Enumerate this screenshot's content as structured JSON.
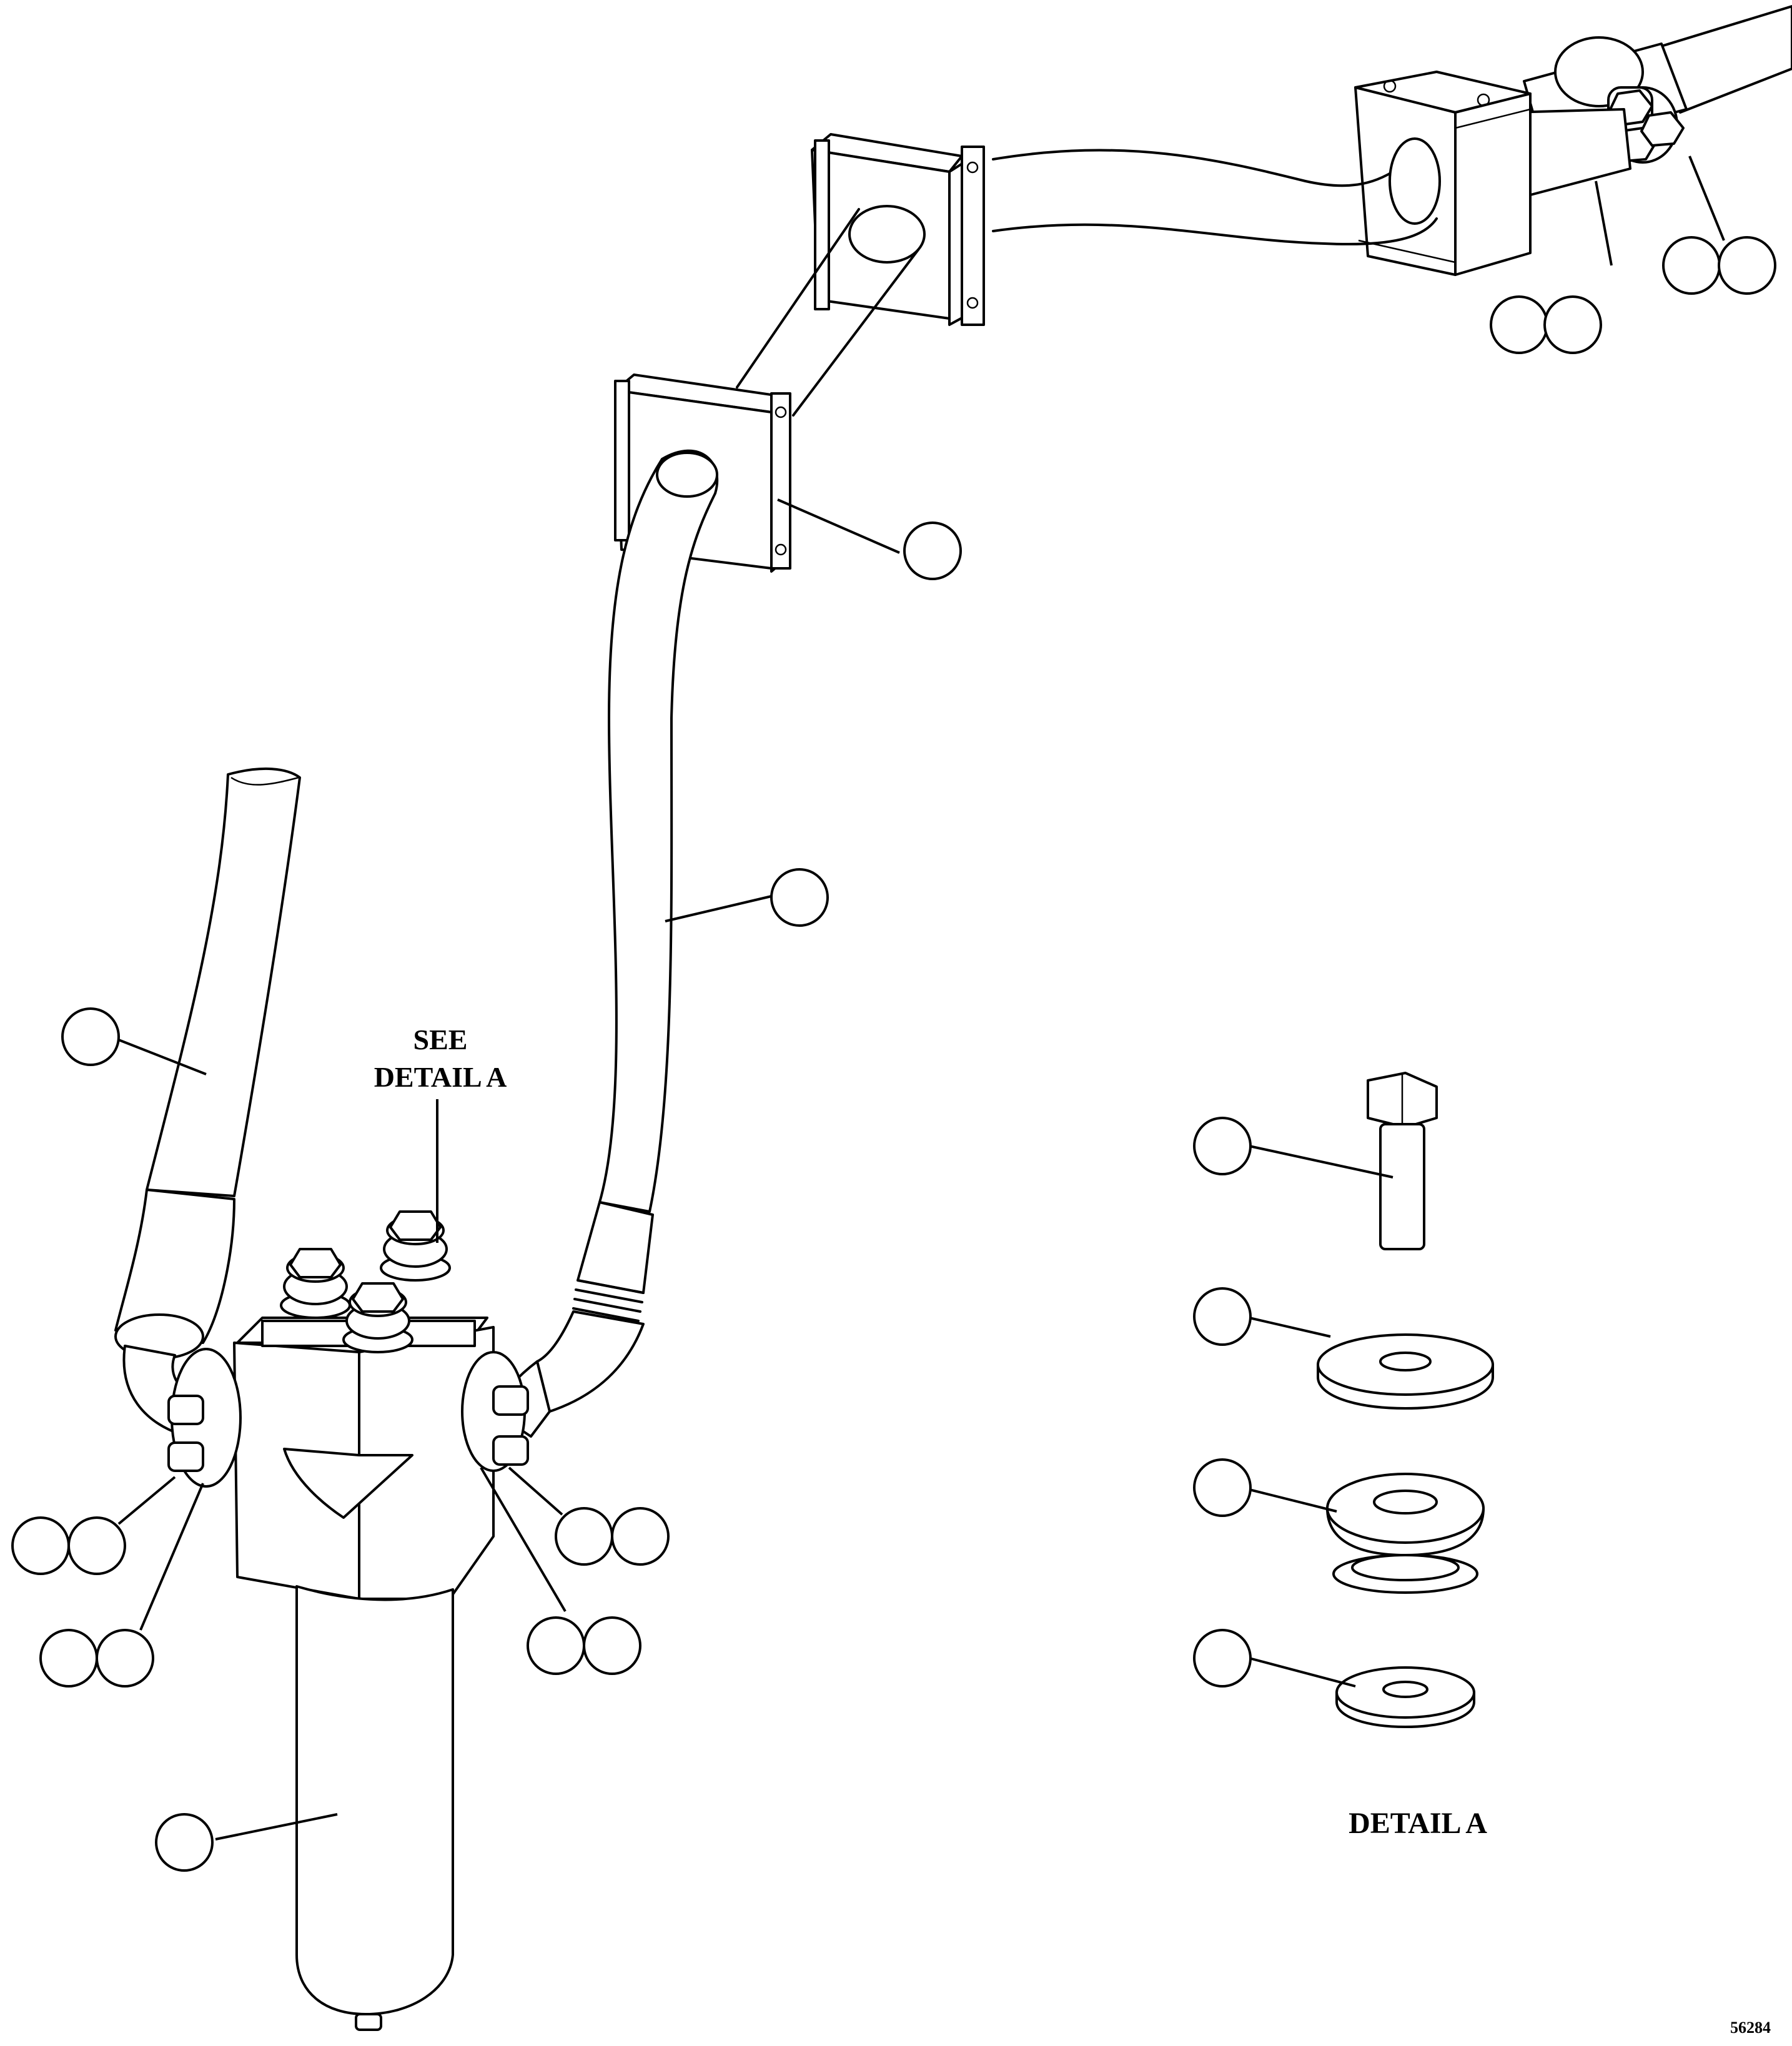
{
  "labels": {
    "see_detail_line1": "SEE",
    "see_detail_line2": "DETAIL A",
    "detail_title": "DETAIL A",
    "figure_number": "56284"
  },
  "colors": {
    "ink": "#000000",
    "paper": "#ffffff"
  }
}
